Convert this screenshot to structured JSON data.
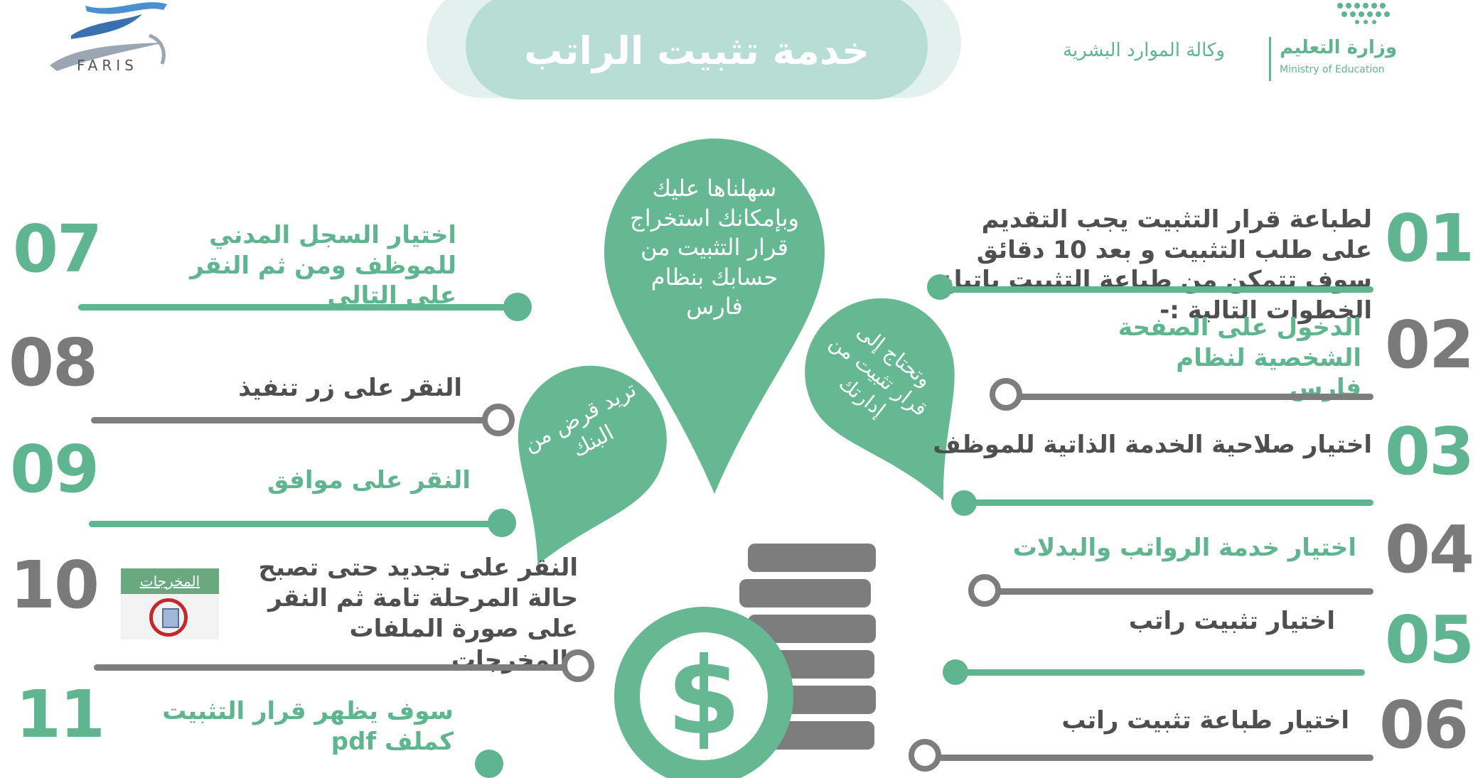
{
  "header": {
    "title": "خدمة تثبيت الراتب",
    "ministry_ar_main": "وزارة التعليم",
    "ministry_ar_sub": "وكالة الموارد البشرية",
    "ministry_en": "Ministry of Education",
    "faris_label": "FARIS"
  },
  "bubbles": {
    "center": "سهلناها عليك وبإمكانك استخراج قرار التثبيت من حسابك بنظام فارس",
    "right": "وتحتاج إلى قرار تثبيت من إدارتك",
    "left": "تريد قرض من البنك"
  },
  "steps_right": [
    {
      "num": "01",
      "text": "لطباعة قرار التثبيت يجب التقديم على طلب التثبيت و بعد 10 دقائق سوف تتمكن من طباعة التثبيت باتباع الخطوات التالية :-"
    },
    {
      "num": "02",
      "text": "الدخول على الصفحة الشخصية لنظام فارس"
    },
    {
      "num": "03",
      "text": "اختيار صلاحية الخدمة الذاتية للموظف"
    },
    {
      "num": "04",
      "text": "اختيار خدمة الرواتب والبدلات"
    },
    {
      "num": "05",
      "text": "اختيار تثبيت راتب"
    },
    {
      "num": "06",
      "text": "اختيار  طباعة تثبيت راتب"
    }
  ],
  "steps_left": [
    {
      "num": "07",
      "text": "اختيار السجل المدني للموظف ومن ثم النقر على التالي"
    },
    {
      "num": "08",
      "text": "النقر على  زر تنفيذ"
    },
    {
      "num": "09",
      "text": "النقر على موافق"
    },
    {
      "num": "10",
      "text": "النقر على تجديد حتى تصبح حالة المرحلة تامة ثم النقر على صورة الملفات بالمخرجات"
    },
    {
      "num": "11",
      "text": "سوف يظهر قرار التثبيت كملف pdf"
    }
  ],
  "outputs_thumbnail": {
    "label": "المخرجات"
  },
  "colors": {
    "accent": "#5fb58f",
    "gray": "#7d7d7d",
    "title_bg": "#b8ddd4"
  },
  "icons": [
    "faris-logo-icon",
    "ministry-logo-icon",
    "dollar-coin-icon",
    "coin-stack-icon",
    "files-icon"
  ]
}
